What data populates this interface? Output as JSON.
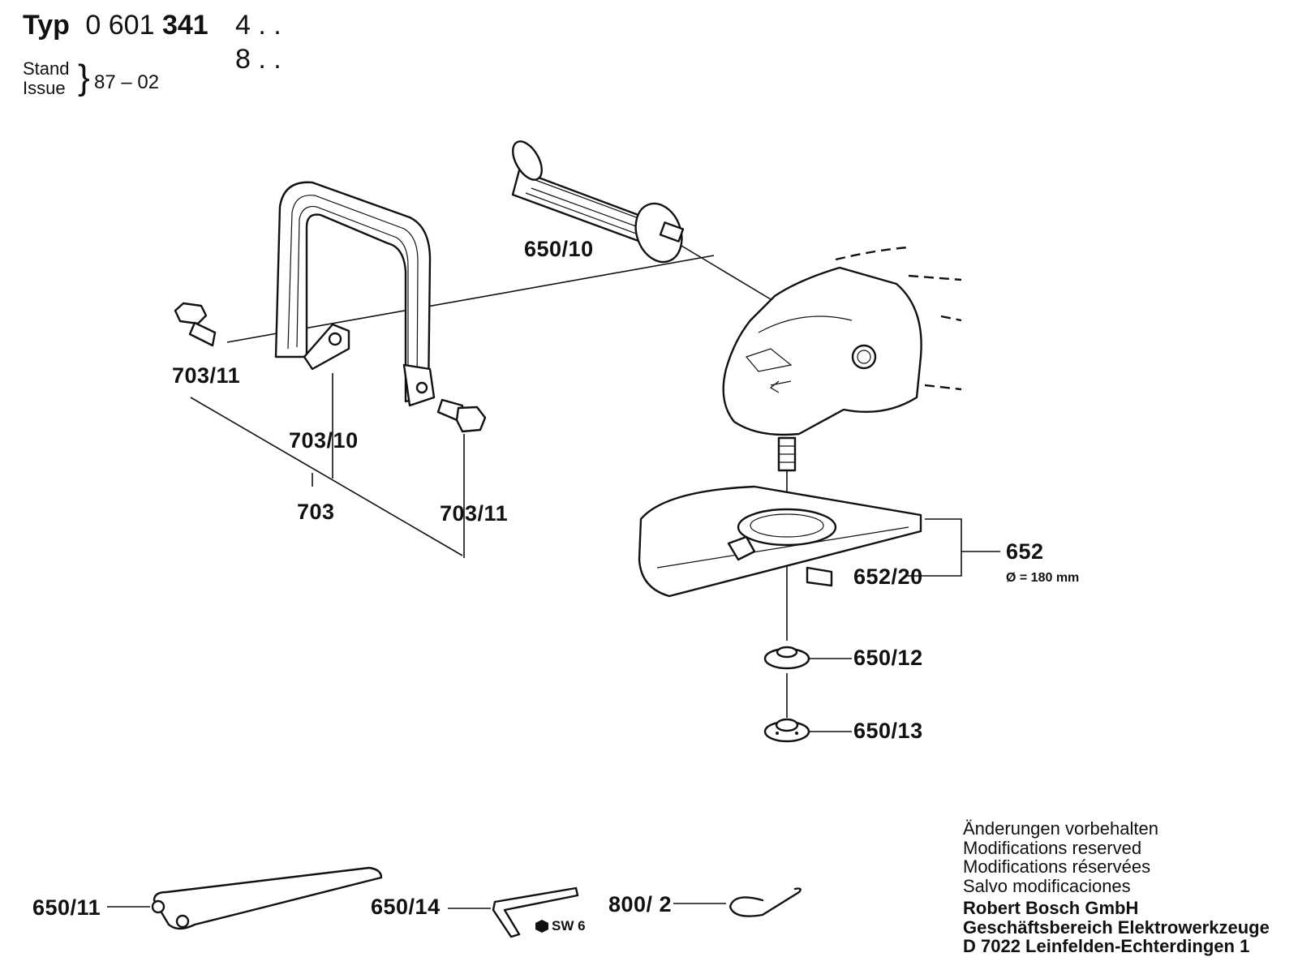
{
  "header": {
    "typ_label": "Typ",
    "typ_number_plain": "0 601",
    "typ_number_bold": "341",
    "variant_1": "4 . .",
    "variant_2": "8 . .",
    "stand_label": "Stand",
    "issue_label": "Issue",
    "brace": "}",
    "issue_value": "87 – 02"
  },
  "parts": {
    "p650_10": "650/10",
    "p703_11_a": "703/11",
    "p703_10": "703/10",
    "p703": "703",
    "p703_11_b": "703/11",
    "p652": "652",
    "p652_diameter": "Ø = 180 mm",
    "p652_20": "652/20",
    "p650_12": "650/12",
    "p650_13": "650/13",
    "p650_11": "650/11",
    "p650_14": "650/14",
    "sw6": "SW 6",
    "p800_2": "800/ 2"
  },
  "notes": {
    "line1": "Änderungen vorbehalten",
    "line2": "Modifications reserved",
    "line3": "Modifications réservées",
    "line4": "Salvo modificaciones",
    "company1": "Robert Bosch GmbH",
    "company2": "Geschäftsbereich Elektrowerkzeuge",
    "company3": "D 7022 Leinfelden-Echterdingen 1"
  }
}
